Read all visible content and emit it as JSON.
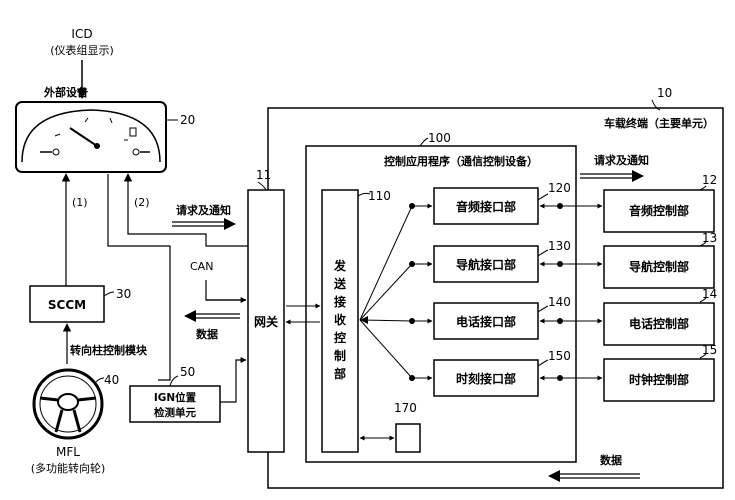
{
  "icd": {
    "name": "ICD",
    "desc": "(仪表组显示)"
  },
  "external_device": {
    "label": "外部设备",
    "ref": "20"
  },
  "main_unit": {
    "ref": "10",
    "label": "车载终端（主要单元）"
  },
  "app": {
    "ref": "100",
    "label": "控制应用程序（通信控制设备）"
  },
  "gateway": {
    "ref": "11",
    "label": "网关"
  },
  "txrx": {
    "ref": "110",
    "label_chars": [
      "发",
      "送",
      "接",
      "收",
      "控",
      "制",
      "部"
    ]
  },
  "block170": {
    "ref": "170"
  },
  "sccm": {
    "name": "SCCM",
    "ref": "30",
    "desc": "转向柱控制模块"
  },
  "mfl": {
    "ref": "40",
    "name": "MFL",
    "desc": "(多功能转向轮)"
  },
  "ign": {
    "ref": "50",
    "line1": "IGN位置",
    "line2": "检测单元"
  },
  "signals": {
    "path1": "(1)",
    "path2": "(2)",
    "can": "CAN"
  },
  "flows": {
    "request_left": "请求及通知",
    "data_left": "数据",
    "request_right": "请求及通知",
    "data_bottom": "数据"
  },
  "interfaces": [
    {
      "ref": "120",
      "label": "音频接口部",
      "ctrl_ref": "12",
      "ctrl_label": "音频控制部"
    },
    {
      "ref": "130",
      "label": "导航接口部",
      "ctrl_ref": "13",
      "ctrl_label": "导航控制部"
    },
    {
      "ref": "140",
      "label": "电话接口部",
      "ctrl_ref": "14",
      "ctrl_label": "电话控制部"
    },
    {
      "ref": "150",
      "label": "时刻接口部",
      "ctrl_ref": "15",
      "ctrl_label": "时钟控制部"
    }
  ]
}
